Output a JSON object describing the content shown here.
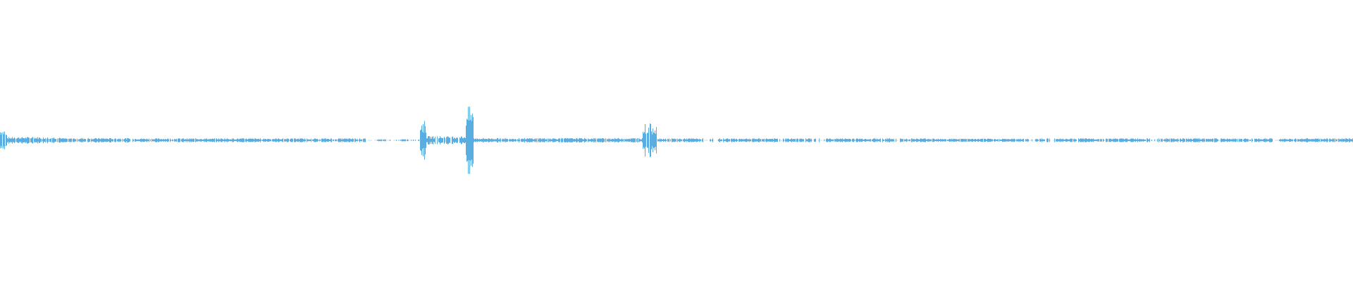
{
  "waveform": {
    "color": "#5aade0",
    "background": "#ffffff",
    "samples": 1920,
    "segments": [
      {
        "start": 0.0,
        "end": 0.005,
        "amp": 0.04
      },
      {
        "start": 0.005,
        "end": 0.045,
        "amp": 0.012
      },
      {
        "start": 0.045,
        "end": 0.095,
        "amp": 0.008
      },
      {
        "start": 0.095,
        "end": 0.27,
        "amp": 0.007
      },
      {
        "start": 0.27,
        "end": 0.31,
        "amp": 0.004
      },
      {
        "start": 0.31,
        "end": 0.315,
        "amp": 0.07
      },
      {
        "start": 0.315,
        "end": 0.344,
        "amp": 0.015
      },
      {
        "start": 0.344,
        "end": 0.35,
        "amp": 0.12
      },
      {
        "start": 0.35,
        "end": 0.475,
        "amp": 0.008
      },
      {
        "start": 0.475,
        "end": 0.485,
        "amp": 0.06
      },
      {
        "start": 0.485,
        "end": 0.7,
        "amp": 0.007
      },
      {
        "start": 0.7,
        "end": 0.76,
        "amp": 0.006
      },
      {
        "start": 0.76,
        "end": 1.0,
        "amp": 0.007
      }
    ],
    "gaps": [
      [
        0.095,
        0.1
      ],
      [
        0.27,
        0.28
      ],
      [
        0.285,
        0.295
      ],
      [
        0.3,
        0.31
      ],
      [
        0.52,
        0.53
      ],
      [
        0.575,
        0.58
      ],
      [
        0.6,
        0.61
      ],
      [
        0.66,
        0.665
      ],
      [
        0.76,
        0.765
      ],
      [
        0.775,
        0.78
      ],
      [
        0.85,
        0.855
      ],
      [
        0.94,
        0.945
      ]
    ]
  }
}
